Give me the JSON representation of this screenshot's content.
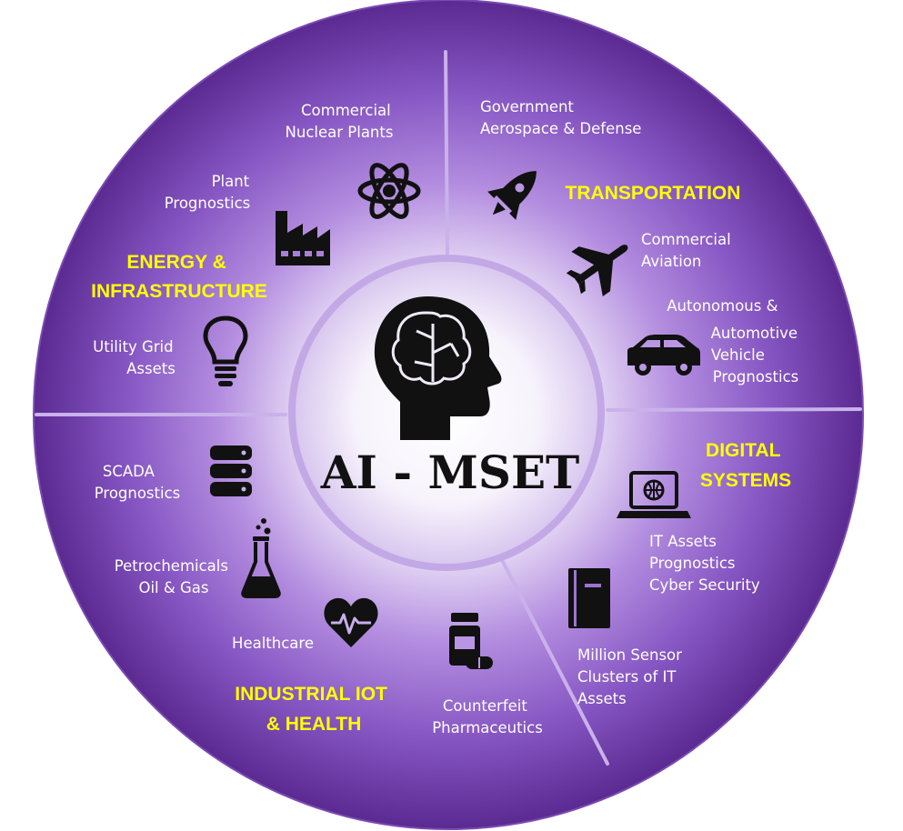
{
  "title": "AI - MSET",
  "categories": {
    "energy": [
      "ENERGY &",
      "INFRASTRUCTURE"
    ],
    "transportation": [
      "TRANSPORTATION"
    ],
    "digital": [
      "DIGITAL",
      "SYSTEMS"
    ],
    "iot": [
      "INDUSTRIAL  IOT",
      "& HEALTH"
    ]
  },
  "items": {
    "nuclear": [
      "Commercial",
      "Nuclear Plants"
    ],
    "plant": [
      "Plant",
      "Prognostics"
    ],
    "utility": [
      "Utility Grid",
      "Assets"
    ],
    "government": [
      "Government",
      "Aerospace & Defense"
    ],
    "aviation": [
      "Commercial",
      "Aviation"
    ],
    "autonomous": [
      "Autonomous &",
      "Automotive",
      "Vehicle",
      "Prognostics"
    ],
    "it_assets": [
      "IT Assets",
      "Prognostics",
      "Cyber Security"
    ],
    "sensor": [
      "Million Sensor",
      "Clusters of IT",
      "Assets"
    ],
    "scada": [
      "SCADA",
      "Prognostics"
    ],
    "petro": [
      "Petrochemicals",
      "Oil & Gas"
    ],
    "healthcare": [
      "Healthcare"
    ],
    "pharma": [
      "Counterfeit",
      "Pharmaceutics"
    ]
  },
  "colors": {
    "outer": "#5b2a91",
    "mid": "#8c5cc7",
    "center": "#f5f1fb",
    "category_text": "#ffff00",
    "label_text": "#ffffff",
    "icons": "#111111"
  }
}
